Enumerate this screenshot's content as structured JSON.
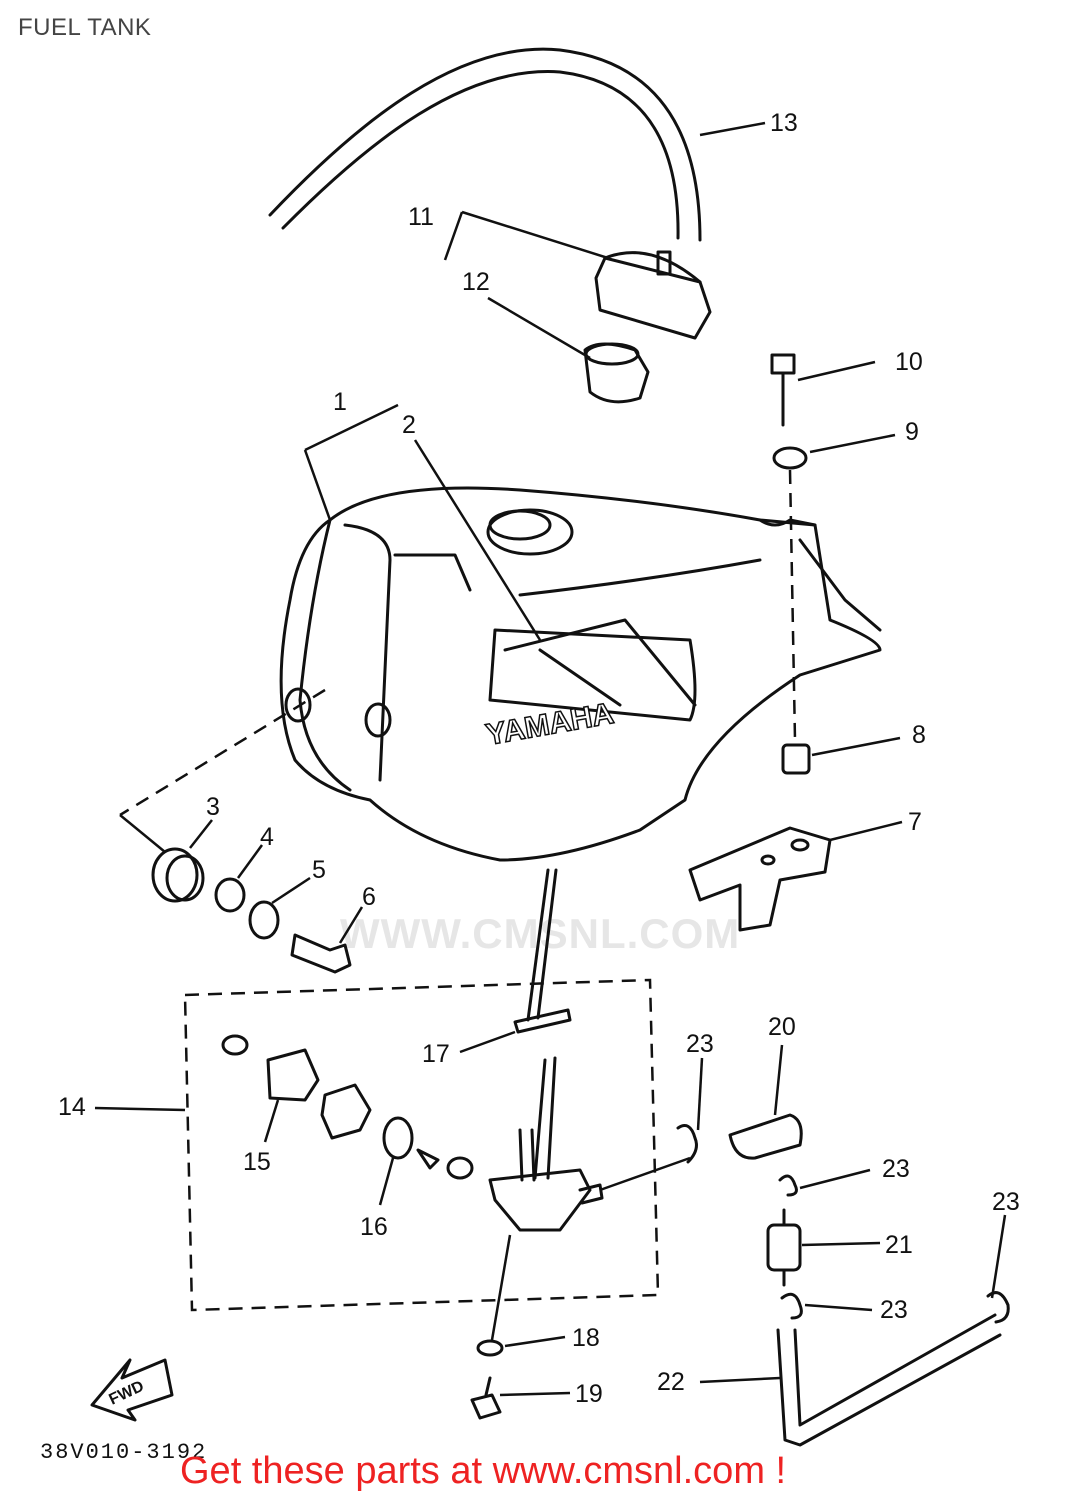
{
  "page": {
    "title": "FUEL TANK"
  },
  "diagram": {
    "drawing_number": "38V010-3192",
    "brand_decal": "YAMAHA",
    "direction_marker": "FWD",
    "watermark": "WWW.CMSNL.COM",
    "callouts": [
      "1",
      "2",
      "3",
      "4",
      "5",
      "6",
      "7",
      "8",
      "9",
      "10",
      "11",
      "12",
      "13",
      "14",
      "15",
      "16",
      "17",
      "18",
      "19",
      "20",
      "21",
      "22",
      "23",
      "23",
      "23",
      "23"
    ]
  },
  "footer": {
    "ad_text": "Get these parts at www.cmsnl.com !"
  }
}
